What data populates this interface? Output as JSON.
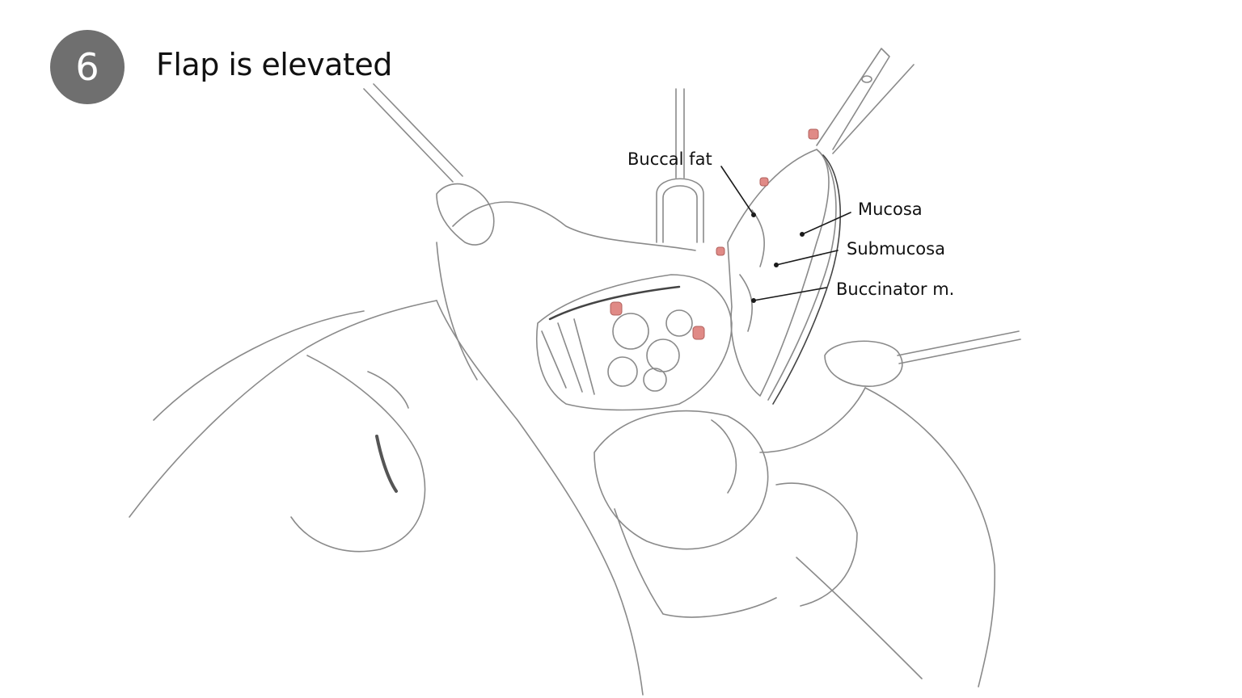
{
  "step": {
    "number": "6",
    "title": "Flap is elevated",
    "badge_color": "#6f6f6f"
  },
  "labels": {
    "buccal_fat": "Buccal fat",
    "mucosa": "Mucosa",
    "submucosa": "Submucosa",
    "buccinator": "Buccinator m."
  },
  "colors": {
    "ink": "#1a1a1a",
    "sketch": "#8a8a8a",
    "suture": "#e08a86"
  }
}
